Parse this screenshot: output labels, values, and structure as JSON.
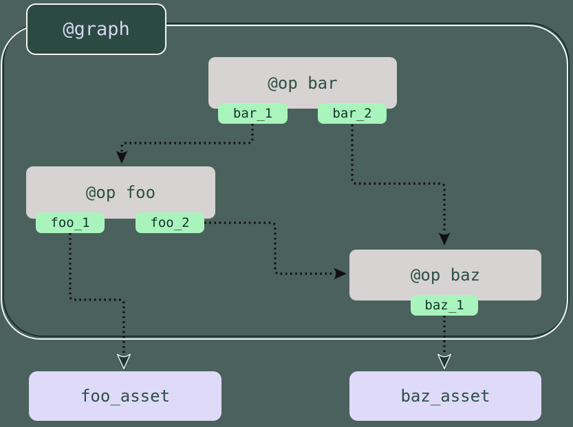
{
  "colors": {
    "background": "#4b615d",
    "container_border": "#16332d",
    "container_highlight": "#f7f7f5",
    "graph_chip_fill": "#2b4a41",
    "graph_chip_text": "#d8d4f2",
    "op_fill": "#d6d3d2",
    "op_text": "#2d5048",
    "output_tag_fill": "#a9f4bd",
    "output_tag_text": "#16312b",
    "asset_fill": "#dedaf8",
    "asset_text": "#2d5048",
    "edge_color": "#101010"
  },
  "graph": {
    "label": "@graph"
  },
  "ops": [
    {
      "id": "bar",
      "label": "@op bar",
      "outputs": [
        "bar_1",
        "bar_2"
      ]
    },
    {
      "id": "foo",
      "label": "@op foo",
      "outputs": [
        "foo_1",
        "foo_2"
      ]
    },
    {
      "id": "baz",
      "label": "@op baz",
      "outputs": [
        "baz_1"
      ]
    }
  ],
  "assets": [
    {
      "label": "foo_asset"
    },
    {
      "label": "baz_asset"
    }
  ],
  "edges": [
    {
      "from": "bar.bar_1",
      "to": "op foo"
    },
    {
      "from": "bar.bar_2",
      "to": "op baz"
    },
    {
      "from": "foo.foo_2",
      "to": "op baz"
    },
    {
      "from": "foo.foo_1",
      "to": "foo_asset"
    },
    {
      "from": "baz.baz_1",
      "to": "baz_asset"
    }
  ]
}
